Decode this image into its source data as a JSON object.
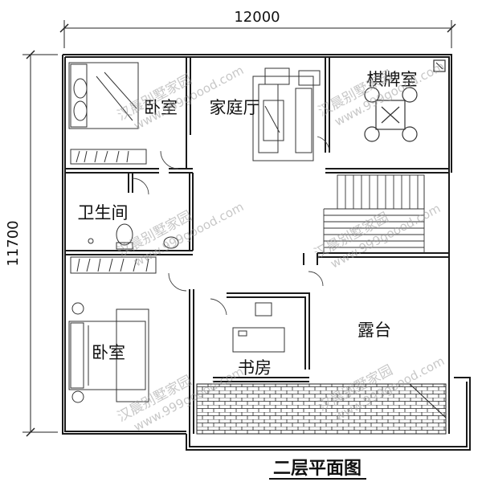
{
  "dimensions": {
    "width": "12000",
    "height": "11700"
  },
  "rooms": {
    "bedroom_top": "卧室",
    "family_hall": "家庭厅",
    "chess_room": "棋牌室",
    "bathroom": "卫生间",
    "bedroom_bottom": "卧室",
    "study": "书房",
    "terrace": "露台"
  },
  "plan_title": "二层平面图",
  "watermarks": [
    {
      "line1": "汉晨别墅家园",
      "line2": "www.999goood.com"
    },
    {
      "line1": "汉晨别墅家园",
      "line2": "www.999goood.com"
    },
    {
      "line1": "汉晨别墅家园",
      "line2": "www.999goood.com"
    },
    {
      "line1": "汉晨别墅家园",
      "line2": "www.999goood.com"
    },
    {
      "line1": "汉晨别墅家园",
      "line2": "www.999goood.com"
    },
    {
      "line1": "汉晨别墅家园",
      "line2": "www.999goood.com"
    }
  ],
  "colors": {
    "wall": "#1a1a1a",
    "line": "#333333",
    "watermark": "#9a9a9a"
  }
}
